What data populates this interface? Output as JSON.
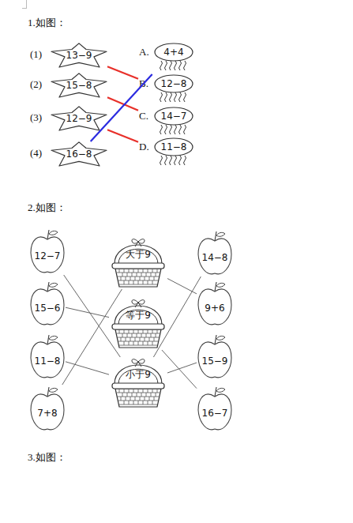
{
  "diagram": {
    "nodes": [
      {
        "text": [
          "(1)",
          "13−9"
        ]
      },
      {
        "text": [
          "(2)",
          "15−8"
        ]
      },
      {
        "text": [
          "(3)",
          "12−9"
        ]
      },
      {
        "text": [
          "(4)",
          "16−8"
        ]
      },
      {
        "text": [
          "A.",
          "4+4"
        ]
      },
      {
        "text": [
          "B.",
          "12−8"
        ]
      },
      {
        "text": [
          "C.",
          "14−7"
        ]
      },
      {
        "text": [
          "D.",
          "11−8"
        ]
      },
      {
        "text": [
          "12−7"
        ]
      },
      {
        "text": [
          "15−6"
        ]
      },
      {
        "text": [
          "11−8"
        ]
      },
      {
        "text": [
          "7+8"
        ]
      },
      {
        "text": [
          "大于9"
        ]
      },
      {
        "text": [
          "等于9"
        ]
      },
      {
        "text": [
          "小于9"
        ]
      },
      {
        "text": [
          "14−8"
        ]
      },
      {
        "text": [
          "9+6"
        ]
      },
      {
        "text": [
          "15−9"
        ]
      },
      {
        "text": [
          "16−7"
        ]
      }
    ],
    "edges": [
      {
        "from": 0,
        "to": 5,
        "arrow": "none"
      },
      {
        "from": 1,
        "to": 6,
        "arrow": "none"
      },
      {
        "from": 2,
        "to": 7,
        "arrow": "none"
      },
      {
        "from": 3,
        "to": 4,
        "arrow": "none"
      },
      {
        "from": 8,
        "to": 14,
        "arrow": "none"
      },
      {
        "from": 9,
        "to": 13,
        "arrow": "none"
      },
      {
        "from": 10,
        "to": 14,
        "arrow": "none"
      },
      {
        "from": 11,
        "to": 12,
        "arrow": "none"
      },
      {
        "from": 15,
        "to": 14,
        "arrow": "none"
      },
      {
        "from": 16,
        "to": 12,
        "arrow": "none"
      },
      {
        "from": 17,
        "to": 14,
        "arrow": "none"
      },
      {
        "from": 18,
        "to": 13,
        "arrow": "none"
      }
    ],
    "labels": [
      "1.如图：",
      "2.如图：",
      "3.如图："
    ]
  }
}
